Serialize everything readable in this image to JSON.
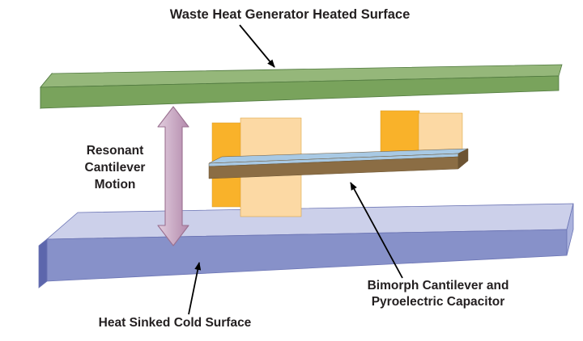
{
  "labels": {
    "heated_surface": "Waste Heat Generator Heated Surface",
    "resonant_motion": "Resonant\nCantilever\nMotion",
    "bimorph": "Bimorph Cantilever and\nPyroelectric Capacitor",
    "cold_surface": "Heat Sinked Cold Surface"
  },
  "colors": {
    "heated_slab_top": "#95b77a",
    "heated_slab_front": "#79a35c",
    "heated_slab_end": "#20654a",
    "cold_slab_top": "#ccd0ea",
    "cold_slab_front": "#8791c9",
    "cold_slab_end_left": "#5c66ac",
    "cold_slab_end_right": "#aab2dd",
    "post_front": "#fcd9a4",
    "post_side": "#f9b22a",
    "beam_top": "#a8c9e4",
    "beam_front": "#8b6d44",
    "beam_end": "#6d5433",
    "motion_arrow_light": "#e2cede",
    "motion_arrow_dark": "#b389ac",
    "annotation_arrow": "#000000"
  }
}
